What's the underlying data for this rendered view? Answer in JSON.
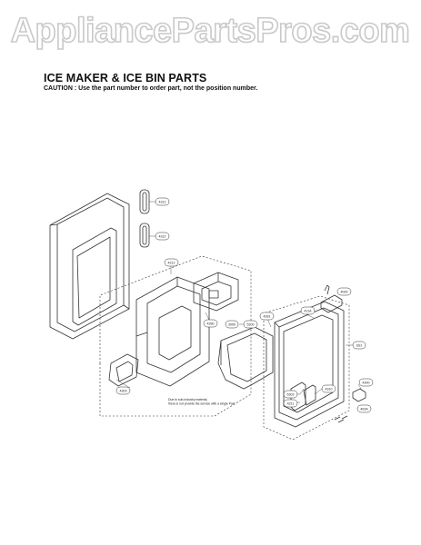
{
  "watermark": "AppliancePartsPros.com",
  "header": {
    "title": "ICE MAKER & ICE BIN PARTS",
    "caution": "CAUTION : Use the part number to order part, not the position number."
  },
  "callouts": {
    "c1": "4312",
    "c2": "4312",
    "c3": "4212",
    "c4": "4280",
    "c5": "5200",
    "c6": "3000",
    "c7": "4281",
    "c8": "411A",
    "c9": "4000",
    "c10": "SS1",
    "c11": "4300",
    "c12": "403A",
    "c13": "4303",
    "c14": "6303",
    "c15": "4211",
    "c16": "4310"
  },
  "note": {
    "line1": "Due to sub-industry material,",
    "line2": "there is not provide the service with a single Part."
  }
}
